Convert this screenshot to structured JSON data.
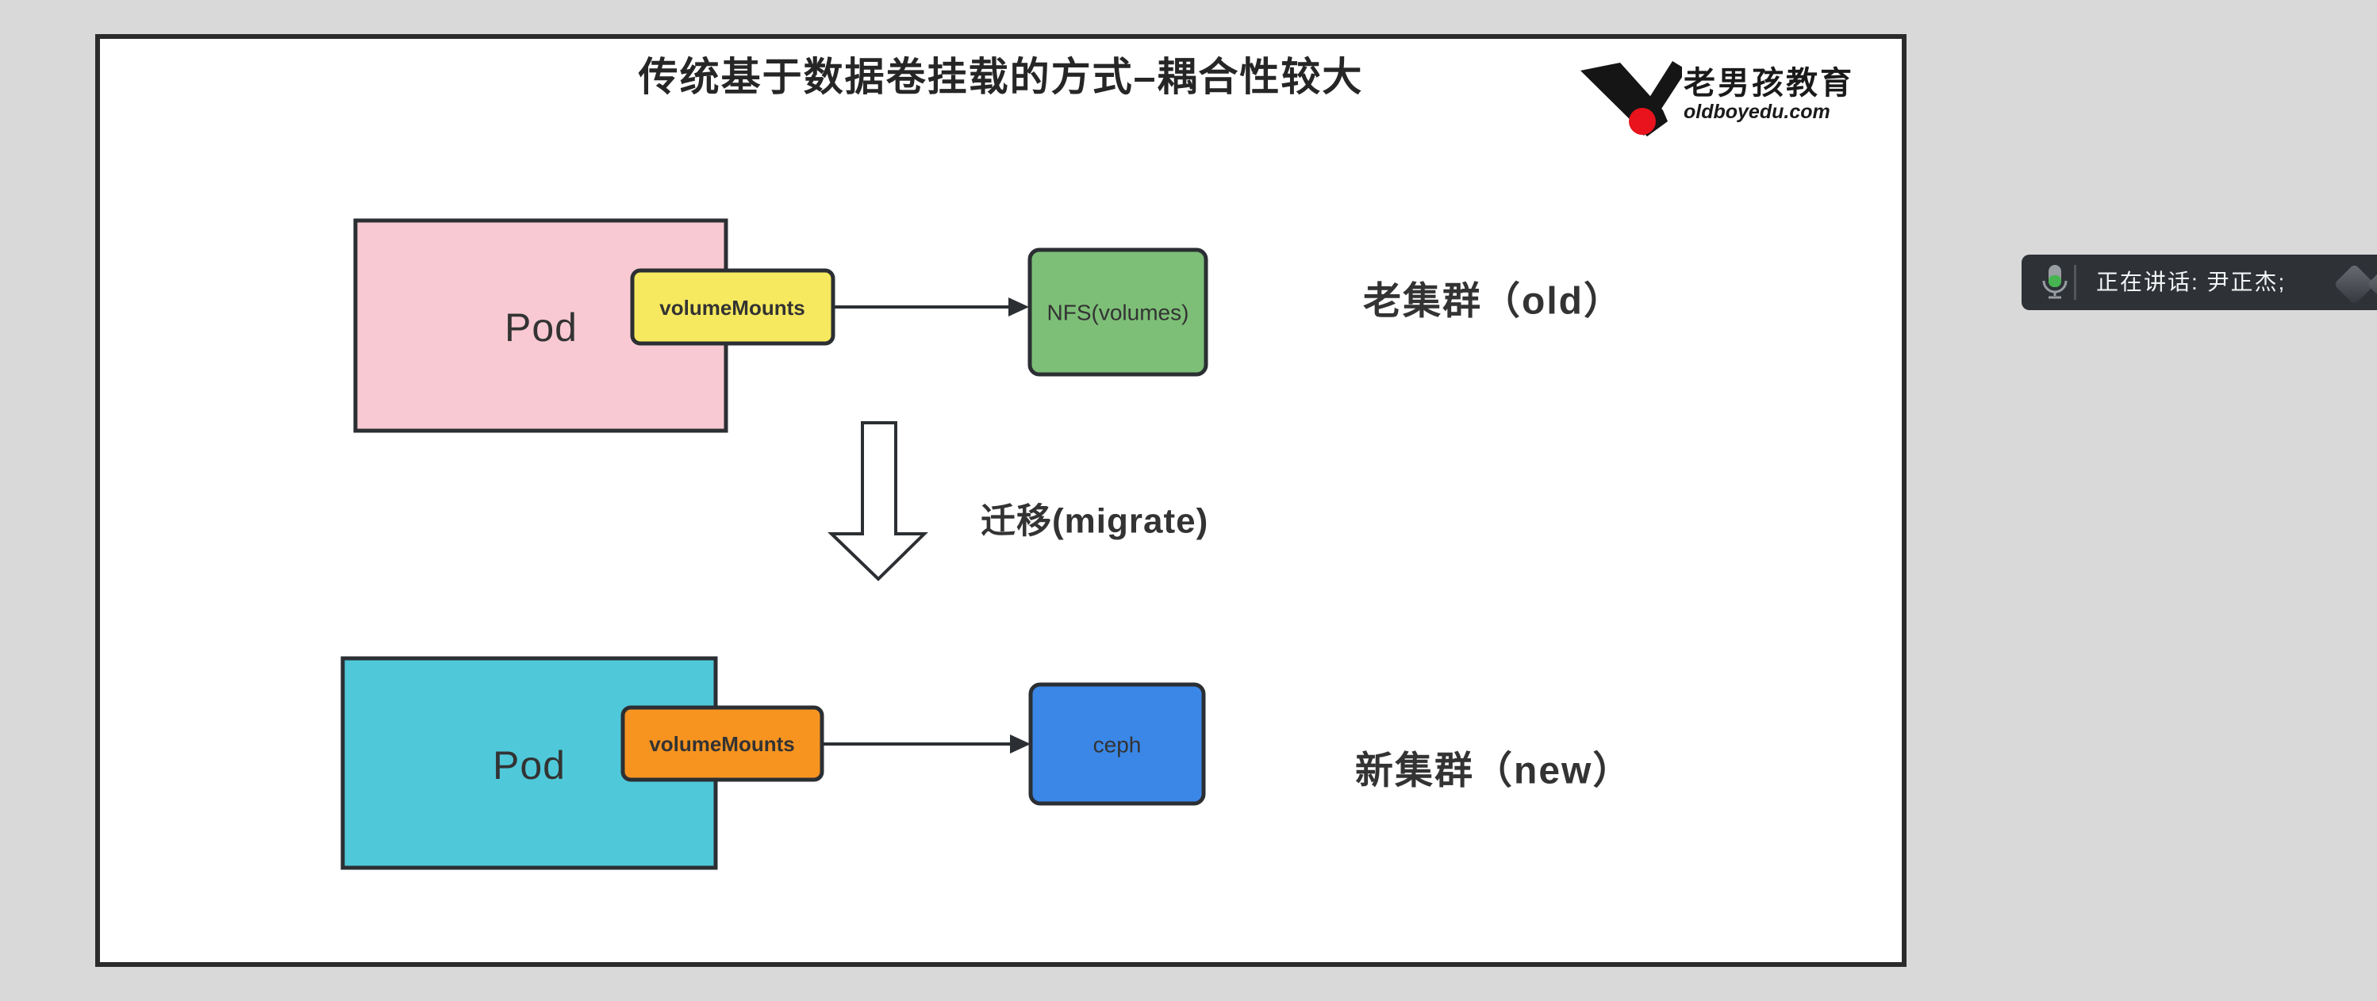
{
  "window": {
    "bg_color": "#d9d9d9"
  },
  "whiteboard": {
    "title": "传统基于数据卷挂载的方式–耦合性较大",
    "logo": {
      "brand": "老男孩教育",
      "domain": "oldboyedu.com",
      "accent_color": "#e8131d"
    },
    "old_cluster": {
      "pod_label": "Pod",
      "pod_fill": "#f8c9d2",
      "volume_label": "volumeMounts",
      "volume_fill": "#f6e95f",
      "storage_label": "NFS(volumes)",
      "storage_fill": "#7dbf77",
      "caption": "老集群（old）"
    },
    "migrate_label": "迁移(migrate)",
    "new_cluster": {
      "pod_label": "Pod",
      "pod_fill": "#4fc9da",
      "volume_label": "volumeMounts",
      "volume_fill": "#f79420",
      "storage_label": "ceph",
      "storage_fill": "#3a87e8",
      "caption": "新集群（new）"
    }
  },
  "speaking_indicator": {
    "bg_color": "#2e3237",
    "text": "正在讲话: 尹正杰;",
    "mic_level_color": "#46b450"
  }
}
